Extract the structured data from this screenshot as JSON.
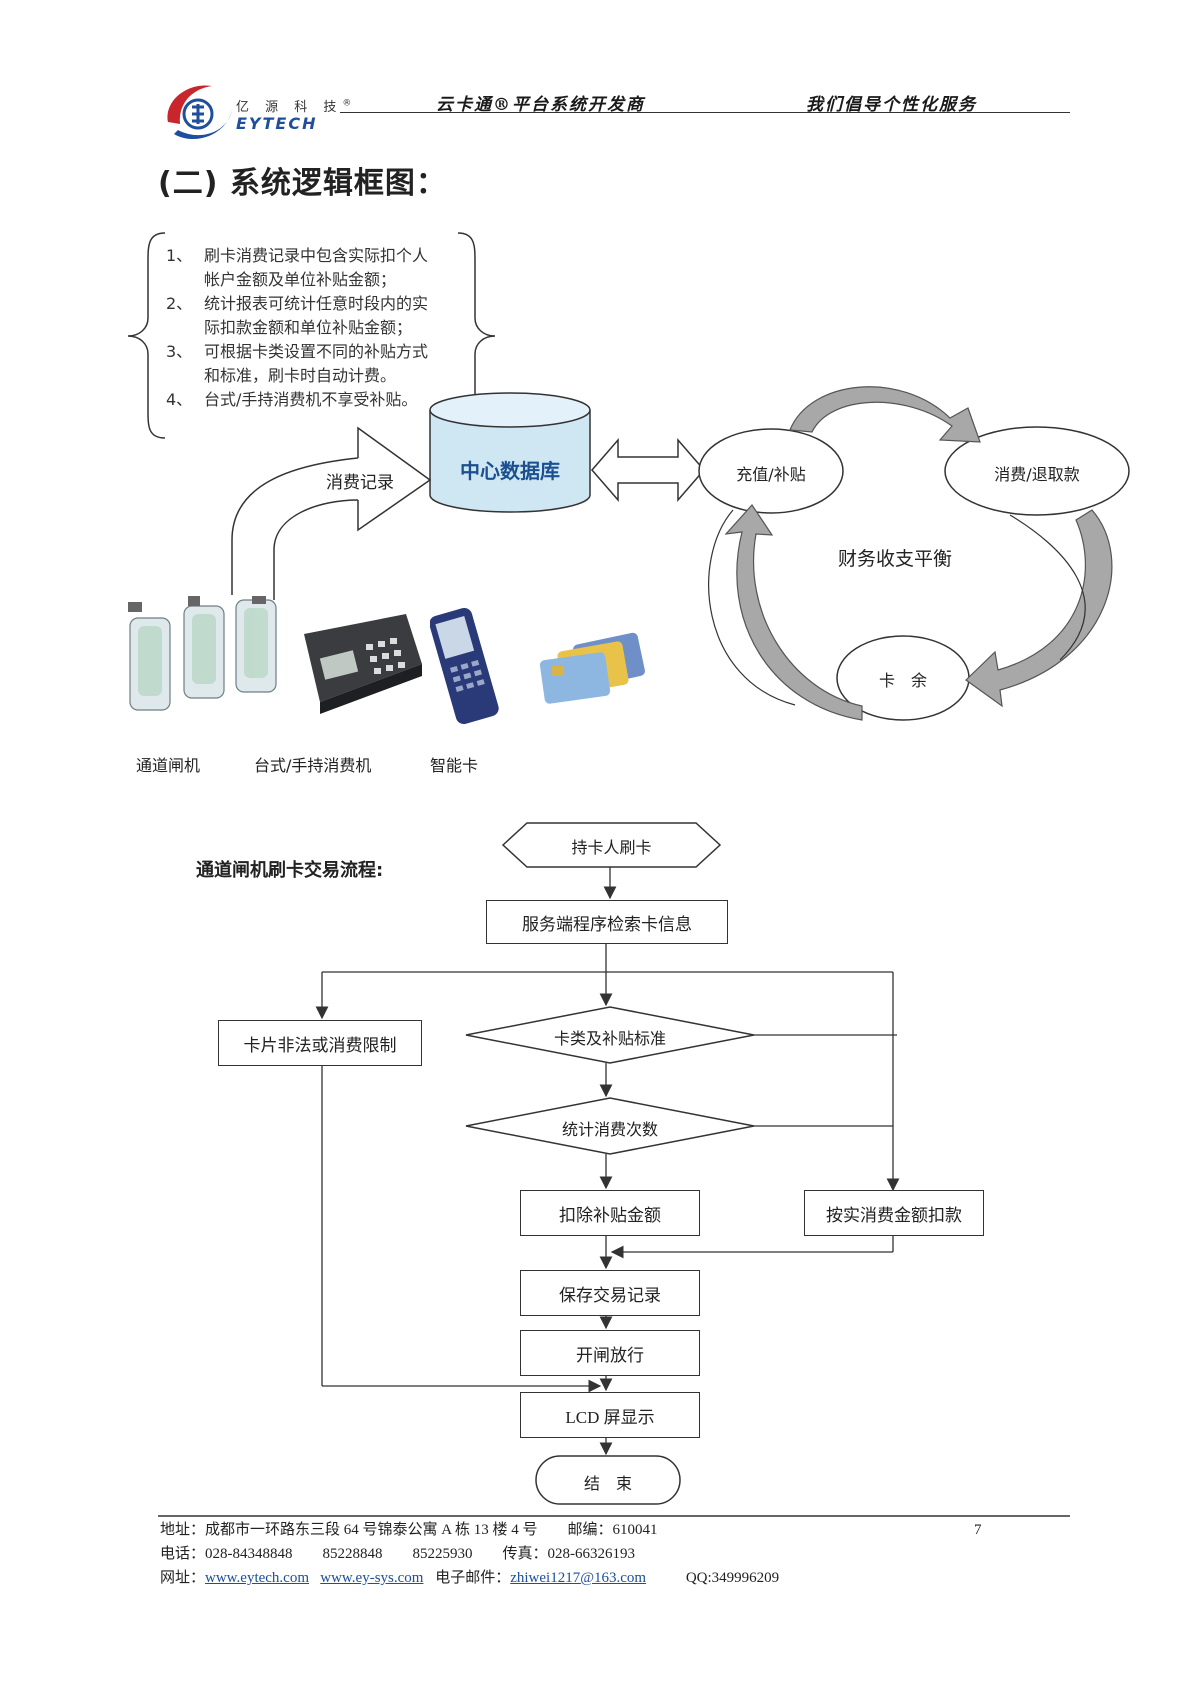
{
  "header": {
    "company_cn": "亿 源 科 技",
    "registered_mark": "®",
    "company_en": "EYTECH",
    "slogan_center": "云卡通®平台系统开发商",
    "slogan_right": "我们倡导个性化服务"
  },
  "section_title": "(二)  系统逻辑框图：",
  "notes": [
    {
      "num": "1、",
      "line1": "刷卡消费记录中包含实际扣个人",
      "line2": "帐户金额及单位补贴金额；"
    },
    {
      "num": "2、",
      "line1": "统计报表可统计任意时段内的实",
      "line2": "际扣款金额和单位补贴金额；"
    },
    {
      "num": "3、",
      "line1": "可根据卡类设置不同的补贴方式",
      "line2": "和标准，刷卡时自动计费。"
    },
    {
      "num": "4、",
      "line1": "台式/手持消费机不享受补贴。",
      "line2": ""
    }
  ],
  "logic": {
    "database": "中心数据库",
    "consume_record": "消费记录",
    "recharge": "充值/补贴",
    "consume_refund": "消费/退取款",
    "balance_title": "财务收支平衡",
    "card_balance": "卡　余"
  },
  "devices": {
    "gate": "通道闸机",
    "pos": "台式/手持消费机",
    "card": "智能卡"
  },
  "flow": {
    "title": "通道闸机刷卡交易流程:",
    "start": "持卡人刷卡",
    "retrieve": "服务端程序检索卡信息",
    "illegal": "卡片非法或消费限制",
    "card_type": "卡类及补贴标准",
    "count": "统计消费次数",
    "deduct_subsidy": "扣除补贴金额",
    "deduct_actual": "按实消费金额扣款",
    "save": "保存交易记录",
    "open_gate": "开闸放行",
    "lcd": "LCD 屏显示",
    "end": "结　束"
  },
  "footer": {
    "address": "地址：成都市一环路东三段 64 号锦泰公寓 A 栋 13 楼 4 号　　邮编：610041",
    "page_number": "7",
    "phone": "电话：028-84348848　　85228848　　85225930　　传真：028-66326193",
    "web_label": "网址：",
    "web1": "www.eytech.com",
    "web2": "www.ey-sys.com",
    "email_label": "电子邮件：",
    "email": "zhiwei1217@163.com",
    "qq": "QQ:349996209"
  },
  "colors": {
    "logo_red": "#c8262c",
    "logo_blue": "#1f4f9c",
    "db_fill": "#cfe7f3",
    "db_text": "#1b4f8f",
    "arrow_gray": "#a8a8a8"
  }
}
